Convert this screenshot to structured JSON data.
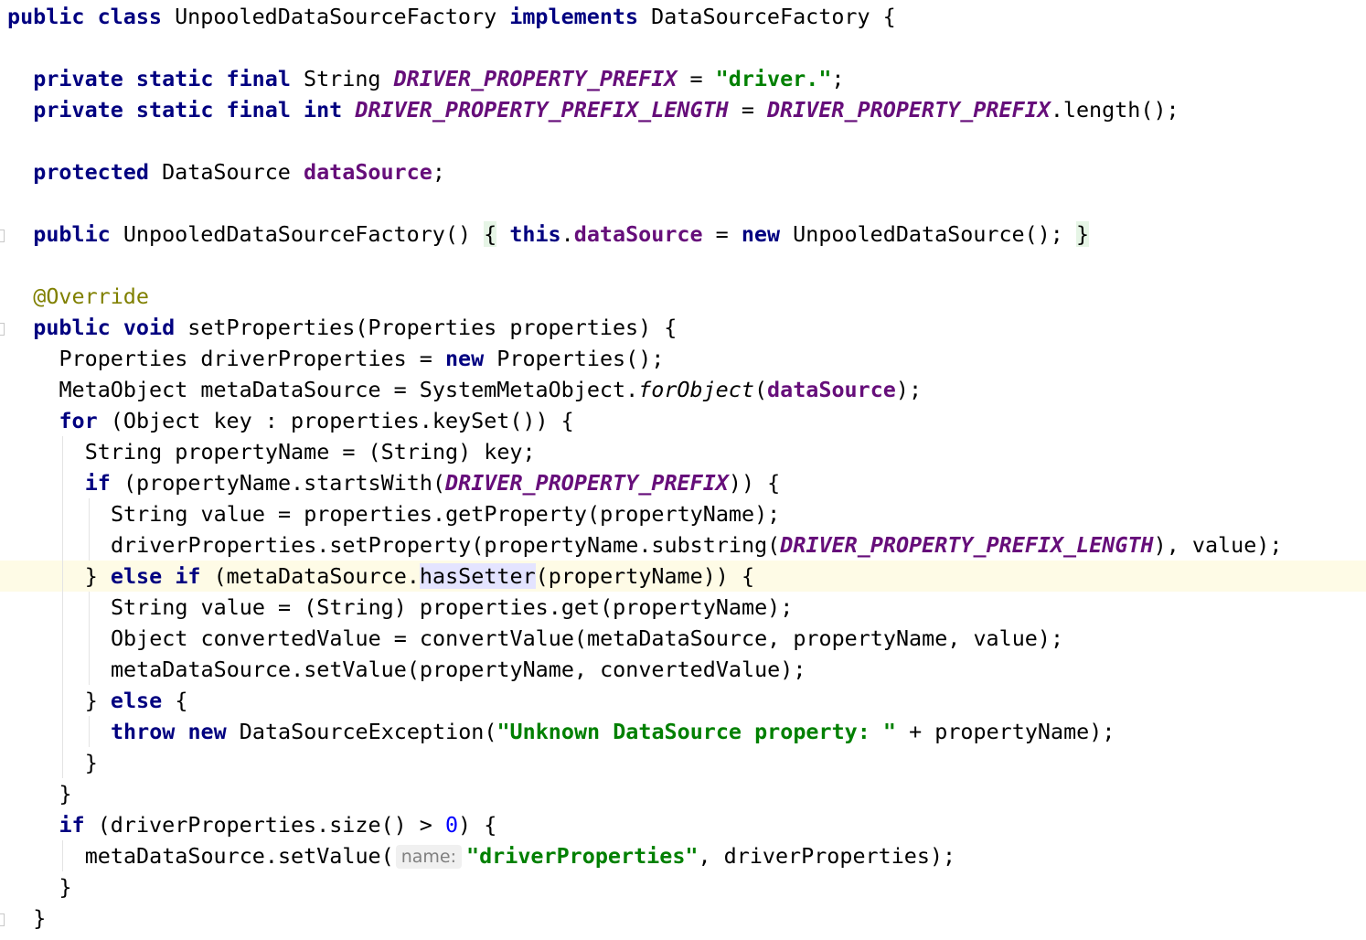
{
  "editor": {
    "lines": [
      {
        "indent": 0,
        "tokens": [
          {
            "t": "public",
            "c": "kw"
          },
          {
            "t": " "
          },
          {
            "t": "class",
            "c": "kw"
          },
          {
            "t": " UnpooledDataSourceFactory "
          },
          {
            "t": "implements",
            "c": "kw"
          },
          {
            "t": " DataSourceFactory {"
          }
        ]
      },
      {
        "indent": 0,
        "tokens": []
      },
      {
        "indent": 1,
        "tokens": [
          {
            "t": "private",
            "c": "kw"
          },
          {
            "t": " "
          },
          {
            "t": "static",
            "c": "kw"
          },
          {
            "t": " "
          },
          {
            "t": "final",
            "c": "kw"
          },
          {
            "t": " String "
          },
          {
            "t": "DRIVER_PROPERTY_PREFIX",
            "c": "cst"
          },
          {
            "t": " = "
          },
          {
            "t": "\"driver.\"",
            "c": "str"
          },
          {
            "t": ";"
          }
        ]
      },
      {
        "indent": 1,
        "tokens": [
          {
            "t": "private",
            "c": "kw"
          },
          {
            "t": " "
          },
          {
            "t": "static",
            "c": "kw"
          },
          {
            "t": " "
          },
          {
            "t": "final",
            "c": "kw"
          },
          {
            "t": " "
          },
          {
            "t": "int",
            "c": "kw"
          },
          {
            "t": " "
          },
          {
            "t": "DRIVER_PROPERTY_PREFIX_LENGTH",
            "c": "cst"
          },
          {
            "t": " = "
          },
          {
            "t": "DRIVER_PROPERTY_PREFIX",
            "c": "cst"
          },
          {
            "t": ".length();"
          }
        ]
      },
      {
        "indent": 0,
        "tokens": []
      },
      {
        "indent": 1,
        "tokens": [
          {
            "t": "protected",
            "c": "kw"
          },
          {
            "t": " DataSource "
          },
          {
            "t": "dataSource",
            "c": "fld"
          },
          {
            "t": ";"
          }
        ]
      },
      {
        "indent": 0,
        "tokens": []
      },
      {
        "indent": 1,
        "fold": true,
        "tokens": [
          {
            "t": "public",
            "c": "kw"
          },
          {
            "t": " UnpooledDataSourceFactory() "
          },
          {
            "t": "{",
            "c": "br"
          },
          {
            "t": " "
          },
          {
            "t": "this",
            "c": "kw"
          },
          {
            "t": "."
          },
          {
            "t": "dataSource",
            "c": "fld"
          },
          {
            "t": " = "
          },
          {
            "t": "new",
            "c": "kw"
          },
          {
            "t": " UnpooledDataSource(); "
          },
          {
            "t": "}",
            "c": "br"
          }
        ]
      },
      {
        "indent": 0,
        "tokens": []
      },
      {
        "indent": 1,
        "tokens": [
          {
            "t": "@Override",
            "c": "ann"
          }
        ]
      },
      {
        "indent": 1,
        "fold": true,
        "tokens": [
          {
            "t": "public",
            "c": "kw"
          },
          {
            "t": " "
          },
          {
            "t": "void",
            "c": "kw"
          },
          {
            "t": " setProperties(Properties properties) {"
          }
        ]
      },
      {
        "indent": 2,
        "tokens": [
          {
            "t": "Properties driverProperties = "
          },
          {
            "t": "new",
            "c": "kw"
          },
          {
            "t": " Properties();"
          }
        ]
      },
      {
        "indent": 2,
        "tokens": [
          {
            "t": "MetaObject metaDataSource = SystemMetaObject."
          },
          {
            "t": "forObject",
            "c": "st"
          },
          {
            "t": "("
          },
          {
            "t": "dataSource",
            "c": "fld"
          },
          {
            "t": ");"
          }
        ]
      },
      {
        "indent": 2,
        "tokens": [
          {
            "t": "for",
            "c": "kw"
          },
          {
            "t": " (Object key : properties.keySet()) {"
          }
        ]
      },
      {
        "indent": 3,
        "tokens": [
          {
            "t": "String propertyName = (String) key;"
          }
        ]
      },
      {
        "indent": 3,
        "tokens": [
          {
            "t": "if",
            "c": "kw"
          },
          {
            "t": " (propertyName.startsWith("
          },
          {
            "t": "DRIVER_PROPERTY_PREFIX",
            "c": "cst"
          },
          {
            "t": ")) {"
          }
        ]
      },
      {
        "indent": 4,
        "tokens": [
          {
            "t": "String value = properties.getProperty(propertyName);"
          }
        ]
      },
      {
        "indent": 4,
        "tokens": [
          {
            "t": "driverProperties.setProperty(propertyName.substring("
          },
          {
            "t": "DRIVER_PROPERTY_PREFIX_LENGTH",
            "c": "cst"
          },
          {
            "t": "), value);"
          }
        ]
      },
      {
        "indent": 3,
        "current": true,
        "tokens": [
          {
            "t": "} "
          },
          {
            "t": "else",
            "c": "kw"
          },
          {
            "t": " "
          },
          {
            "t": "if",
            "c": "kw"
          },
          {
            "t": " (metaDataSource."
          },
          {
            "t": "has",
            "c": "hl"
          },
          {
            "caret": true
          },
          {
            "t": "Setter",
            "c": "hl"
          },
          {
            "t": "(propertyName)) {"
          }
        ]
      },
      {
        "indent": 4,
        "tokens": [
          {
            "t": "String value = (String) properties.get(propertyName);"
          }
        ]
      },
      {
        "indent": 4,
        "tokens": [
          {
            "t": "Object convertedValue = convertValue(metaDataSource, propertyName, value);"
          }
        ]
      },
      {
        "indent": 4,
        "tokens": [
          {
            "t": "metaDataSource.setValue(propertyName, convertedValue);"
          }
        ]
      },
      {
        "indent": 3,
        "tokens": [
          {
            "t": "} "
          },
          {
            "t": "else",
            "c": "kw"
          },
          {
            "t": " {"
          }
        ]
      },
      {
        "indent": 4,
        "tokens": [
          {
            "t": "throw",
            "c": "kw"
          },
          {
            "t": " "
          },
          {
            "t": "new",
            "c": "kw"
          },
          {
            "t": " DataSourceException("
          },
          {
            "t": "\"Unknown DataSource property: \"",
            "c": "str"
          },
          {
            "t": " + propertyName);"
          }
        ]
      },
      {
        "indent": 3,
        "tokens": [
          {
            "t": "}"
          }
        ]
      },
      {
        "indent": 2,
        "tokens": [
          {
            "t": "}"
          }
        ]
      },
      {
        "indent": 2,
        "tokens": [
          {
            "t": "if",
            "c": "kw"
          },
          {
            "t": " (driverProperties.size() > "
          },
          {
            "t": "0",
            "c": "num"
          },
          {
            "t": ") {"
          }
        ]
      },
      {
        "indent": 3,
        "tokens": [
          {
            "t": "metaDataSource.setValue("
          },
          {
            "hint": "name:"
          },
          {
            "t": "\"driverProperties\"",
            "c": "str"
          },
          {
            "t": ", driverProperties);"
          }
        ]
      },
      {
        "indent": 2,
        "tokens": [
          {
            "t": "}"
          }
        ]
      },
      {
        "indent": 1,
        "fold": true,
        "tokens": [
          {
            "t": "}"
          }
        ]
      }
    ]
  }
}
